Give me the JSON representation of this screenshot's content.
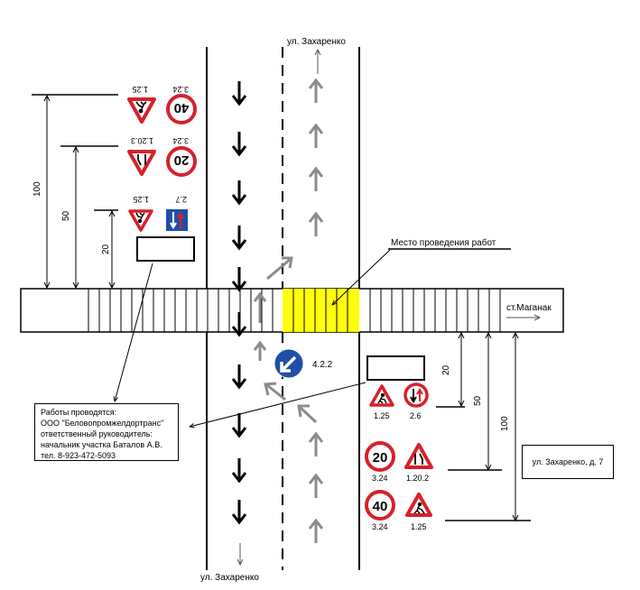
{
  "streets": {
    "north": "ул. Захаренко",
    "south": "ул. Захаренко",
    "east": "ст.Маганак"
  },
  "work_zone_label": "Место проведения работ",
  "signs_left": [
    {
      "code": "3.24",
      "speed": "40",
      "icon": "speed-limit-sign"
    },
    {
      "code": "1.25",
      "icon": "road-works-sign"
    },
    {
      "code": "3.24",
      "speed": "20",
      "icon": "speed-limit-sign"
    },
    {
      "code": "1.20.3",
      "icon": "road-narrows-sign"
    },
    {
      "code": "2.7",
      "icon": "priority-over-oncoming-sign"
    },
    {
      "code": "1.25",
      "icon": "road-works-sign"
    }
  ],
  "signs_right": [
    {
      "code": "1.25",
      "icon": "road-works-sign"
    },
    {
      "code": "2.6",
      "icon": "yield-to-oncoming-sign"
    },
    {
      "code": "3.24",
      "speed": "20",
      "icon": "speed-limit-sign"
    },
    {
      "code": "1.20.2",
      "icon": "road-narrows-sign"
    },
    {
      "code": "3.24",
      "speed": "40",
      "icon": "speed-limit-sign"
    },
    {
      "code": "1.25",
      "icon": "road-works-sign"
    }
  ],
  "detour_sign": {
    "code": "4.2.2",
    "icon": "pass-left-sign"
  },
  "distances_left": [
    "100",
    "50",
    "20"
  ],
  "distances_right": [
    "20",
    "50",
    "100"
  ],
  "info": {
    "line1": "Работы проводятся:",
    "line2": "ООО \"Беловопромжелдортранс\"",
    "line3": "ответственный руководитель:",
    "line4": "начальник участка Баталов А.В.",
    "line5": "тел. 8-923-472-5093"
  },
  "address": "ул. Захаренко, д. 7",
  "colors": {
    "sign_red": "#d8202a",
    "sign_blue": "#1f4fa8",
    "work_zone_yellow": "#ffff00",
    "arrow_gray": "#8c8c8c"
  }
}
